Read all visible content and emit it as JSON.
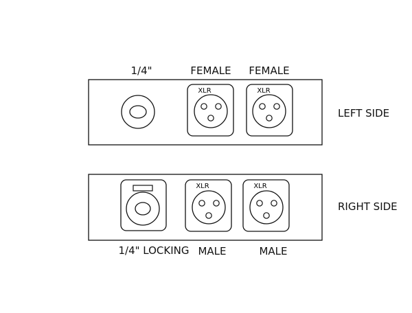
{
  "left_side": {
    "side_label": "LEFT SIDE",
    "connectors": [
      {
        "top_label": "1/4\"",
        "kind": "quarter-inch"
      },
      {
        "top_label": "FEMALE",
        "kind": "xlr-female",
        "marking": "XLR"
      },
      {
        "top_label": "FEMALE",
        "kind": "xlr-female",
        "marking": "XLR"
      }
    ]
  },
  "right_side": {
    "side_label": "RIGHT SIDE",
    "connectors": [
      {
        "bottom_label": "1/4\" LOCKING",
        "kind": "quarter-inch-locking"
      },
      {
        "bottom_label": "MALE",
        "kind": "xlr-male",
        "marking": "XLR"
      },
      {
        "bottom_label": "MALE",
        "kind": "xlr-male",
        "marking": "XLR"
      }
    ]
  }
}
